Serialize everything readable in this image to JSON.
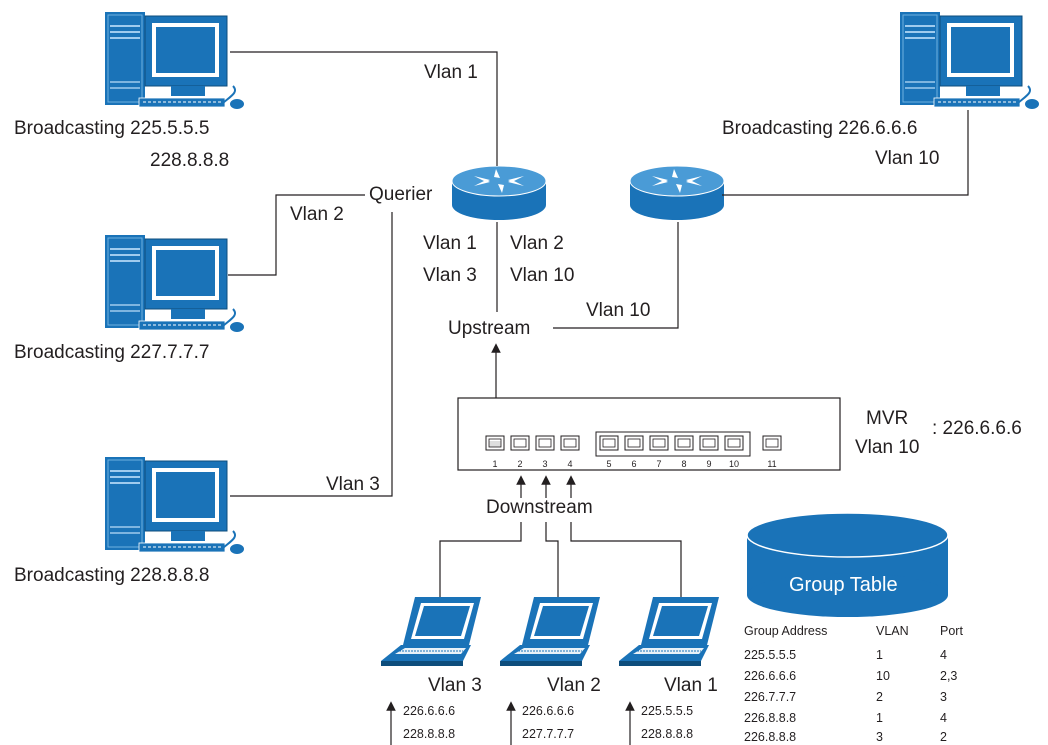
{
  "colors": {
    "blue": "#1a73b8",
    "dark_blue": "#0d4d7c",
    "line": "#231f20"
  },
  "computers": [
    {
      "id": "pc1",
      "lines": [
        "Broadcasting 225.5.5.5",
        "228.8.8.8"
      ]
    },
    {
      "id": "pc2",
      "lines": [
        "Broadcasting 227.7.7.7"
      ]
    },
    {
      "id": "pc3",
      "lines": [
        "Broadcasting 228.8.8.8"
      ]
    },
    {
      "id": "pc4",
      "lines": [
        "Broadcasting 226.6.6.6",
        "Vlan 10"
      ]
    }
  ],
  "links": {
    "pc1_vlan": "Vlan 1",
    "pc2_vlan": "Vlan 2",
    "pc3_vlan": "Vlan 3",
    "querier": "Querier",
    "router_vlans": [
      "Vlan 1",
      "Vlan 2",
      "Vlan 3",
      "Vlan 10"
    ],
    "upstream": "Upstream",
    "upstream_vlan": "Vlan 10",
    "downstream": "Downstream"
  },
  "switch": {
    "ports": [
      "1",
      "2",
      "3",
      "4",
      "5",
      "6",
      "7",
      "8",
      "9",
      "10",
      "11"
    ],
    "mvr_label": "MVR",
    "mvr_vlan": "Vlan 10",
    "mvr_address": ": 226.6.6.6"
  },
  "laptops": [
    {
      "vlan": "Vlan 3",
      "groups": [
        "226.6.6.6",
        "228.8.8.8"
      ]
    },
    {
      "vlan": "Vlan 2",
      "groups": [
        "226.6.6.6",
        "227.7.7.7"
      ]
    },
    {
      "vlan": "Vlan 1",
      "groups": [
        "225.5.5.5",
        "228.8.8.8"
      ]
    }
  ],
  "group_table": {
    "title": "Group Table",
    "headers": [
      "Group Address",
      "VLAN",
      "Port"
    ],
    "rows": [
      [
        "225.5.5.5",
        "1",
        "4"
      ],
      [
        "226.6.6.6",
        "10",
        "2,3"
      ],
      [
        "226.7.7.7",
        "2",
        "3"
      ],
      [
        "226.8.8.8",
        "1",
        "4"
      ],
      [
        "226.8.8.8",
        "3",
        "2"
      ]
    ]
  }
}
